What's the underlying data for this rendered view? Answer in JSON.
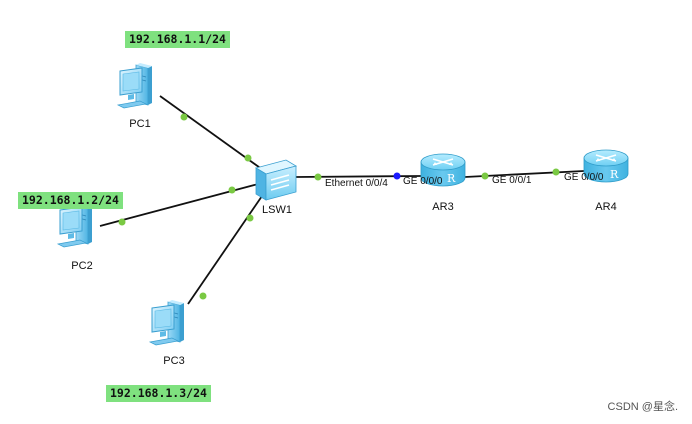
{
  "diagram": {
    "ip_labels": {
      "pc1": "192.168.1.1/24",
      "pc2": "192.168.1.2/24",
      "pc3": "192.168.1.3/24"
    },
    "devices": {
      "pc1": "PC1",
      "pc2": "PC2",
      "pc3": "PC3",
      "switch": "LSW1",
      "ar3": "AR3",
      "ar4": "AR4"
    },
    "ports": {
      "lsw1_eth": "Ethernet 0/0/4",
      "ar3_ge000": "GE 0/0/0",
      "ar3_ge001": "GE 0/0/1",
      "ar4_ge000": "GE 0/0/0"
    },
    "watermark": "CSDN @星念.",
    "colors": {
      "ip_label_bg": "#7fe17f",
      "port_dot": "#7ac943",
      "active_port_dot": "#1a1aff",
      "router": "#5bc3e8",
      "pc": "#8fd6f7",
      "link": "#111111"
    }
  }
}
